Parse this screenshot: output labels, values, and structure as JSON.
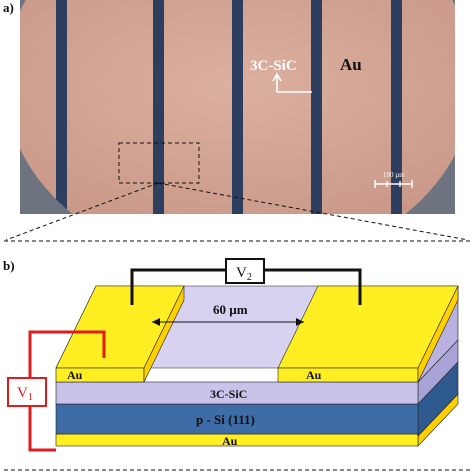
{
  "panel_a": {
    "label": "a)",
    "material_label": "3C-SiC",
    "metal_label": "Au",
    "scale_bar_label": "180 µm"
  },
  "panel_b": {
    "label": "b)",
    "voltage_top": "V",
    "voltage_top_sub": "2",
    "voltage_left": "V",
    "voltage_left_sub": "1",
    "gap_label": "60 µm",
    "pad_left_label": "Au",
    "pad_right_label": "Au",
    "layer_sic_label": "3C-SiC",
    "layer_si_label": "p - Si (111)",
    "layer_bottom_label": "Au",
    "colors": {
      "gold": "#ffee22",
      "sic": "#c9c3ea",
      "si": "#3e6ca6",
      "wire_black": "#111111",
      "wire_red": "#e01b1b"
    }
  },
  "colors": {
    "substrate_pink": "#d8aa98",
    "stripe_dark": "#2d3e5e"
  }
}
